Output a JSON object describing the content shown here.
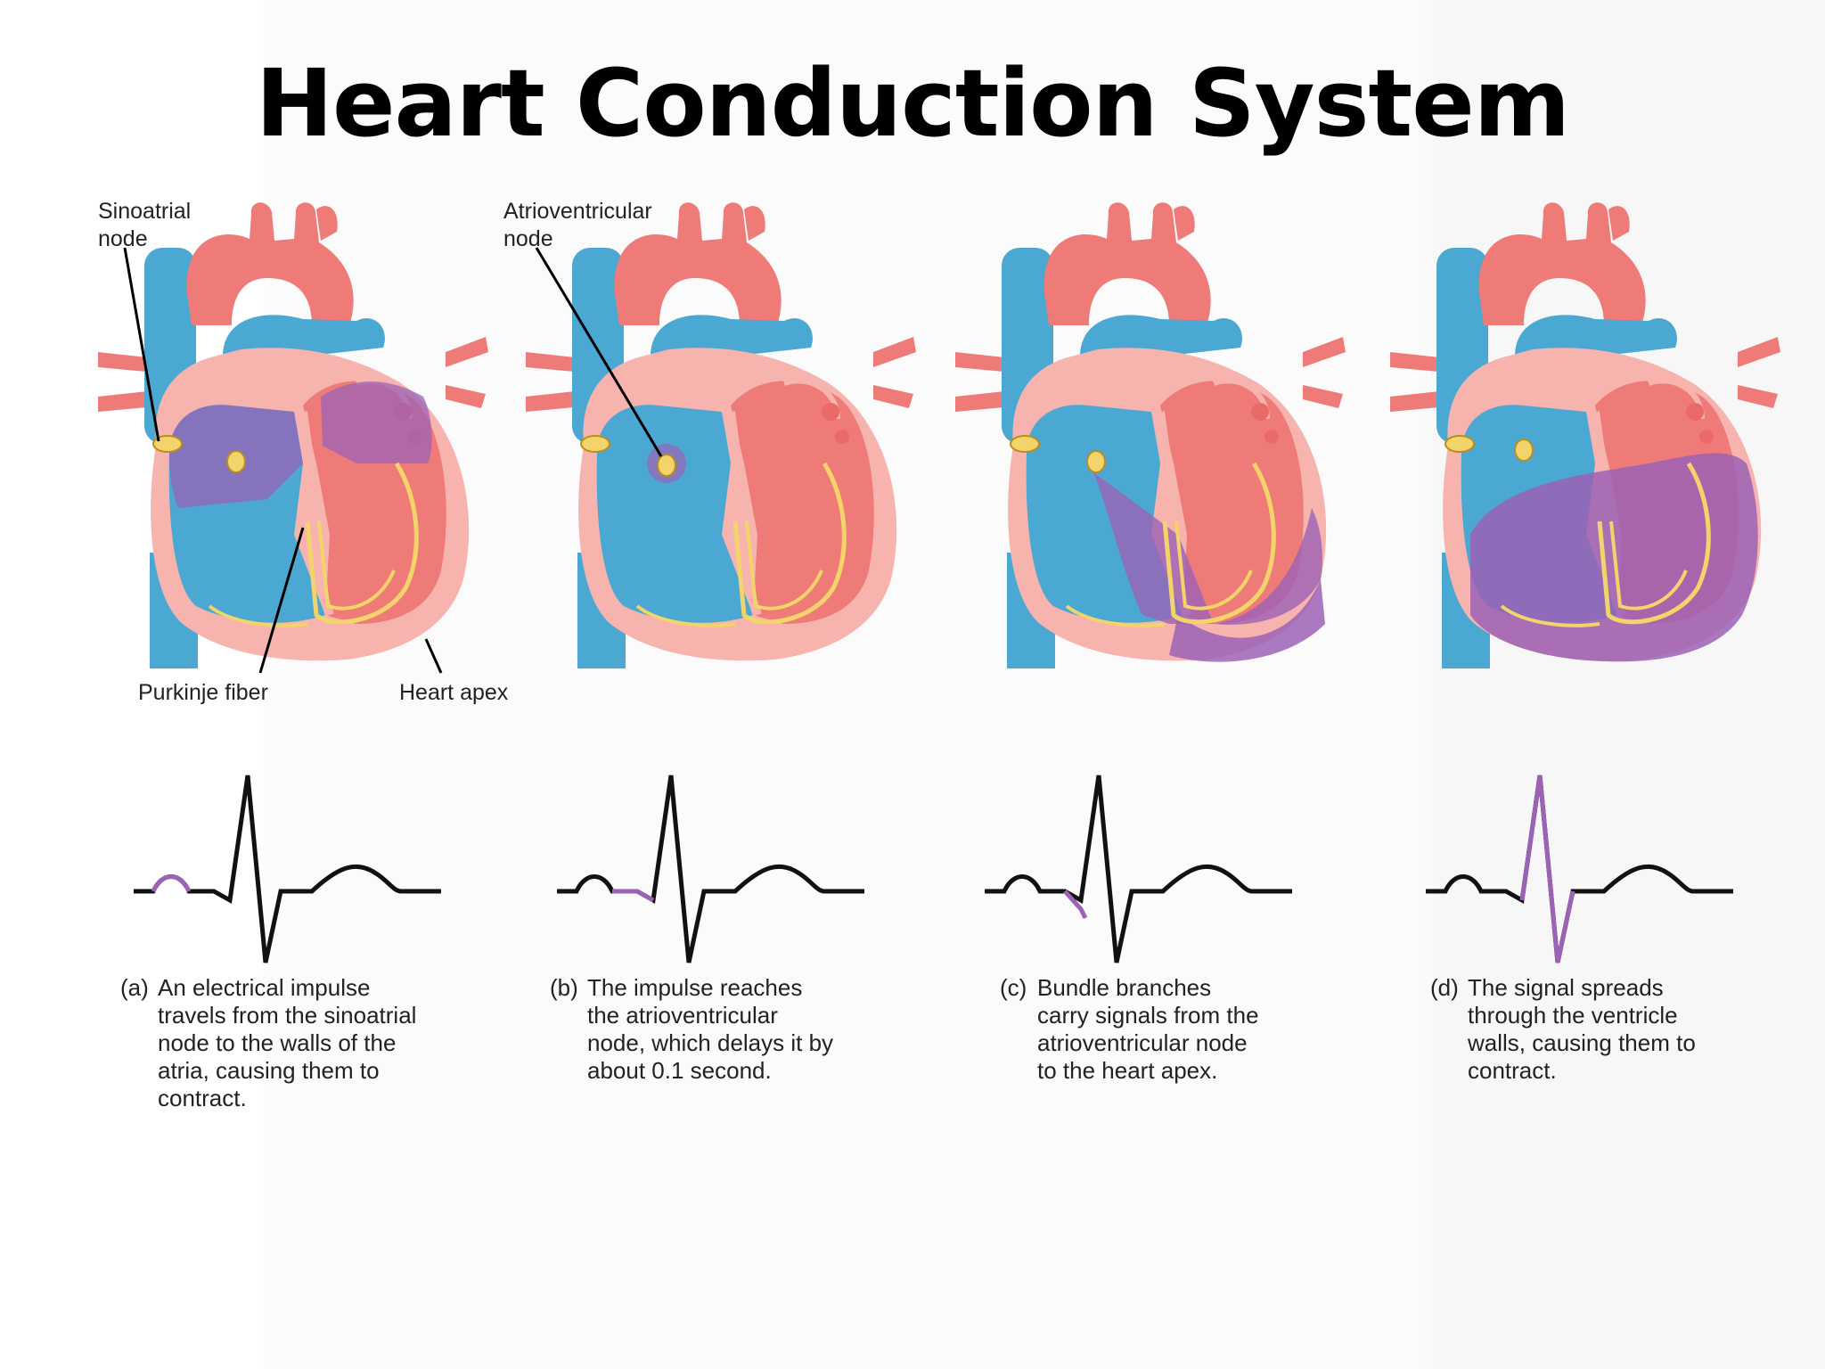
{
  "title": "Heart Conduction System",
  "labels": {
    "sinoatrial": "Sinoatrial\nnode",
    "atrioventricular": "Atrioventricular\nnode",
    "purkinje": "Purkinje fiber",
    "apex": "Heart apex"
  },
  "panels": [
    {
      "tag": "(a)",
      "caption": "An electrical impulse\ntravels from the sinoatrial\nnode to the walls of the\natria, causing them to\ncontract.",
      "highlight": "atria",
      "ecg_highlight": "P-wave"
    },
    {
      "tag": "(b)",
      "caption": "The impulse reaches\nthe atrioventricular\nnode, which delays it by\nabout 0.1 second.",
      "highlight": "atrioventricular-node",
      "ecg_highlight": "PR-segment"
    },
    {
      "tag": "(c)",
      "caption": "Bundle branches\ncarry signals from the\natrioventricular node\nto the heart apex.",
      "highlight": "apex",
      "ecg_highlight": "Q-wave"
    },
    {
      "tag": "(d)",
      "caption": "The signal spreads\nthrough the ventricle\nwalls, causing them to\ncontract.",
      "highlight": "ventricles",
      "ecg_highlight": "QRS-complex"
    }
  ],
  "colors": {
    "vessel_blue": "#4aa8d2",
    "heart_red": "#ef7b78",
    "wall_pink": "#f7b4ae",
    "impulse_purple": "#9b62b5",
    "node_yellow": "#f3d46a"
  }
}
